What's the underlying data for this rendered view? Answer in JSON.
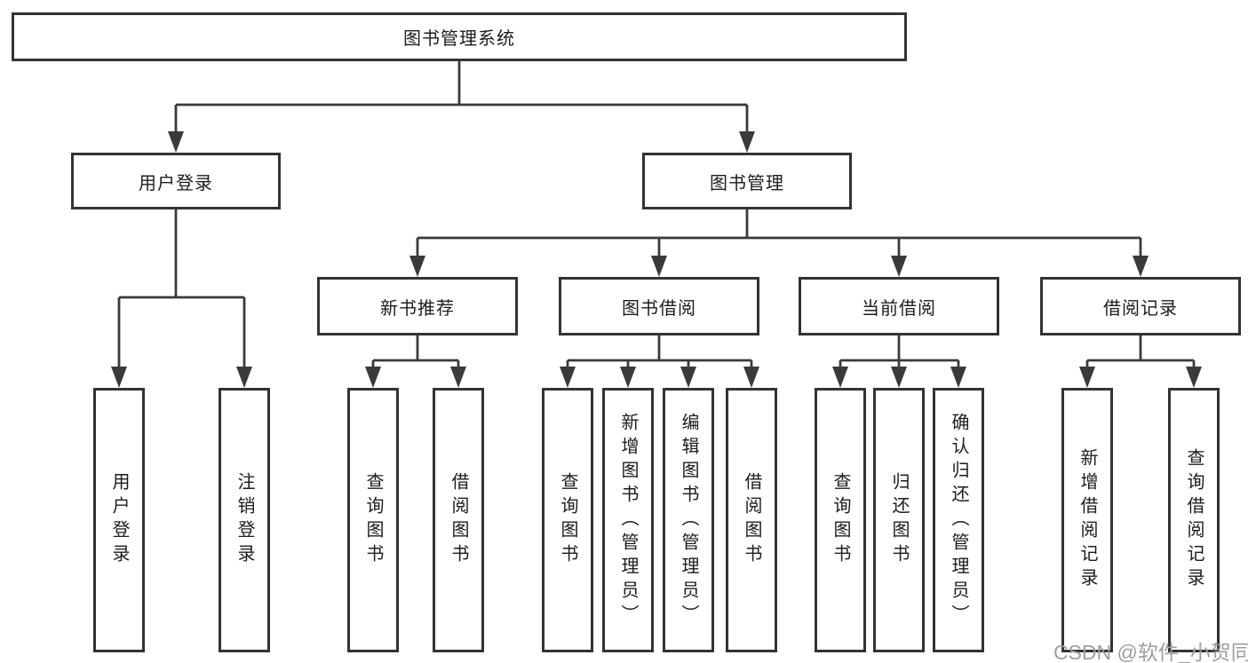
{
  "diagram": {
    "root": {
      "label": "图书管理系统",
      "children": [
        {
          "label": "用户登录",
          "children": [
            {
              "label": "用户登录"
            },
            {
              "label": "注销登录"
            }
          ]
        },
        {
          "label": "图书管理",
          "children": [
            {
              "label": "新书推荐",
              "children": [
                {
                  "label": "查询图书"
                },
                {
                  "label": "借阅图书"
                }
              ]
            },
            {
              "label": "图书借阅",
              "children": [
                {
                  "label": "查询图书"
                },
                {
                  "label": "新增图书（管理员）"
                },
                {
                  "label": "编辑图书（管理员）"
                },
                {
                  "label": "借阅图书"
                }
              ]
            },
            {
              "label": "当前借阅",
              "children": [
                {
                  "label": "查询图书"
                },
                {
                  "label": "归还图书"
                },
                {
                  "label": "确认归还（管理员）"
                }
              ]
            },
            {
              "label": "借阅记录",
              "children": [
                {
                  "label": "新增借阅记录"
                },
                {
                  "label": "查询借阅记录"
                }
              ]
            }
          ]
        }
      ]
    },
    "watermark": "CSDN @软件_小贺同学",
    "colors": {
      "box_border": "#333333",
      "connector": "#3a3a3a",
      "text": "#1c1c1c",
      "watermark": "#9e9e9e",
      "background": "#ffffff"
    }
  }
}
